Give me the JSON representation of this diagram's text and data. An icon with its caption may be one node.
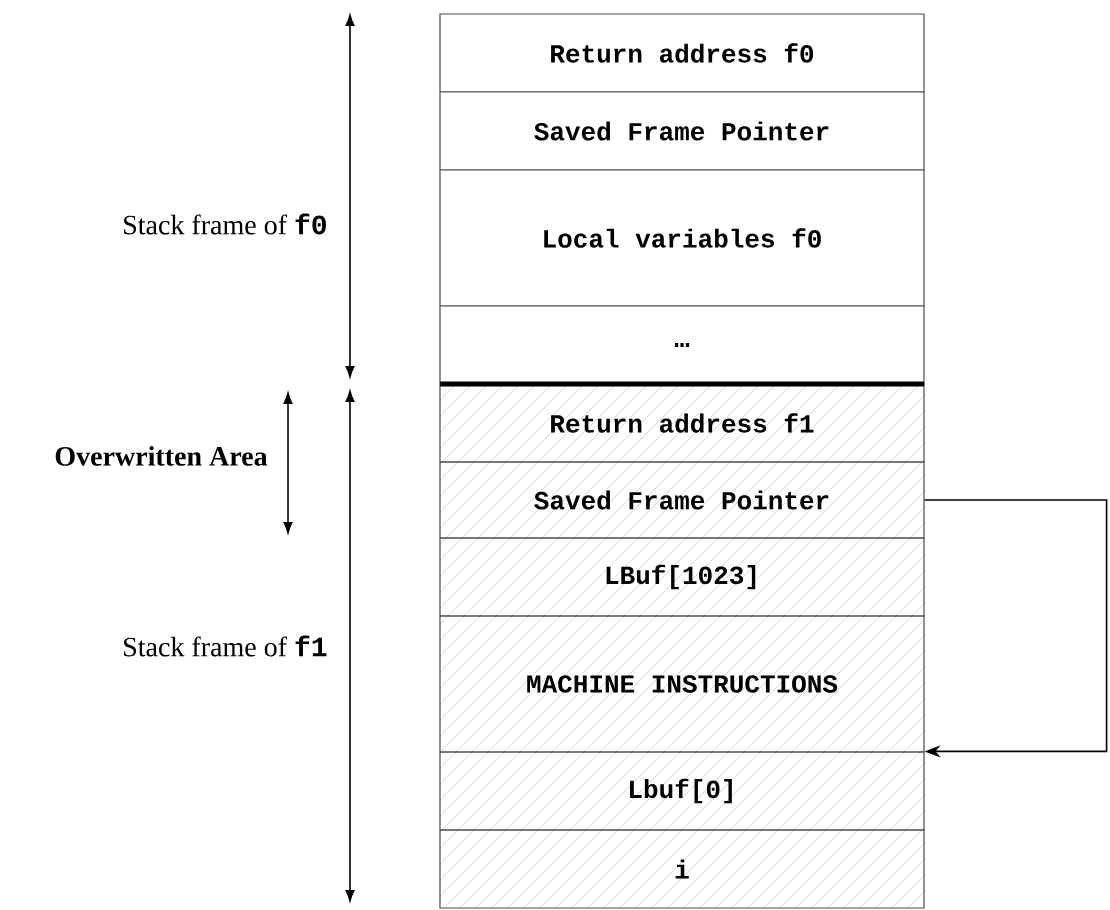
{
  "diagram": {
    "nodes": [
      {
        "text": [
          "Return address f0"
        ]
      },
      {
        "text": [
          "Saved Frame Pointer"
        ]
      },
      {
        "text": [
          "Local variables f0"
        ]
      },
      {
        "text": [
          "…"
        ]
      },
      {
        "text": [
          "Return address f1"
        ]
      },
      {
        "text": [
          "Saved Frame Pointer"
        ]
      },
      {
        "text": [
          "LBuf[1023]"
        ]
      },
      {
        "text": [
          "MACHINE INSTRUCTIONS"
        ]
      },
      {
        "text": [
          "Lbuf[0]"
        ]
      },
      {
        "text": [
          "i"
        ]
      }
    ],
    "edges": [
      {
        "from": 5,
        "to": 8,
        "arrow": "to"
      }
    ],
    "labels": [
      "Stack frame of **f0**",
      "Overwritten Area",
      "Stack frame of **f1**"
    ]
  }
}
